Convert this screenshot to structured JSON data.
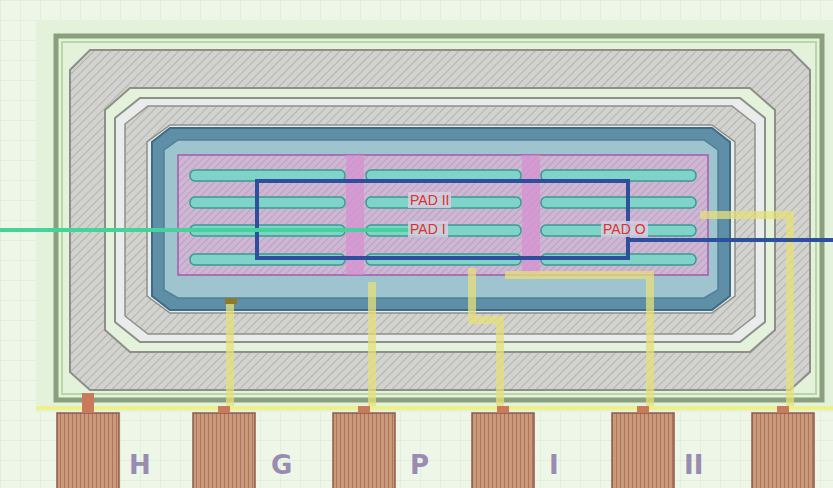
{
  "diagram": {
    "labels": [
      "PAD II",
      "PAD I",
      "PAD O",
      "H",
      "G",
      "P",
      "I",
      "II"
    ]
  }
}
